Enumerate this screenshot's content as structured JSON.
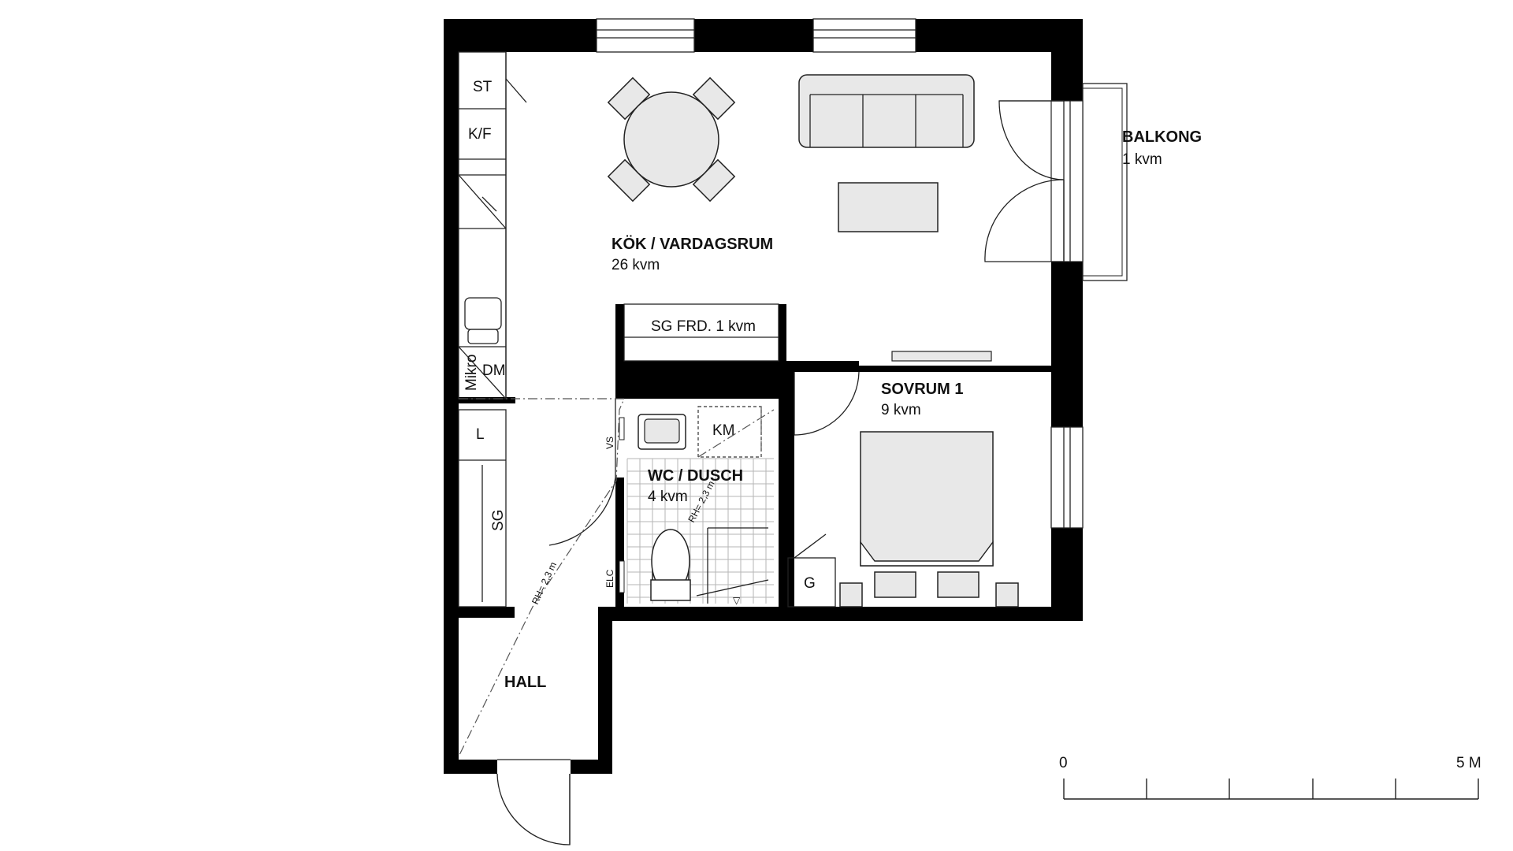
{
  "rooms": {
    "kitchen_living": {
      "name": "KÖK / VARDAGSRUM",
      "area": "26 kvm"
    },
    "bedroom": {
      "name": "SOVRUM 1",
      "area": "9 kvm"
    },
    "bathroom": {
      "name": "WC / DUSCH",
      "area": "4 kvm"
    },
    "hall": {
      "name": "HALL"
    },
    "balcony": {
      "name": "BALKONG",
      "area": "1 kvm"
    }
  },
  "labels": {
    "st": "ST",
    "kf": "K/F",
    "mikro": "Mikro",
    "dm": "DM",
    "l": "L",
    "sg": "SG",
    "sg_frd": "SG FRD. 1 kvm",
    "km": "KM",
    "vs": "VS",
    "elc": "ELC",
    "g": "G",
    "rh_bath": "RH= 2,3 m",
    "rh_hall": "RH= 2,3 m"
  },
  "scale": {
    "start": "0",
    "end": "5 M"
  }
}
